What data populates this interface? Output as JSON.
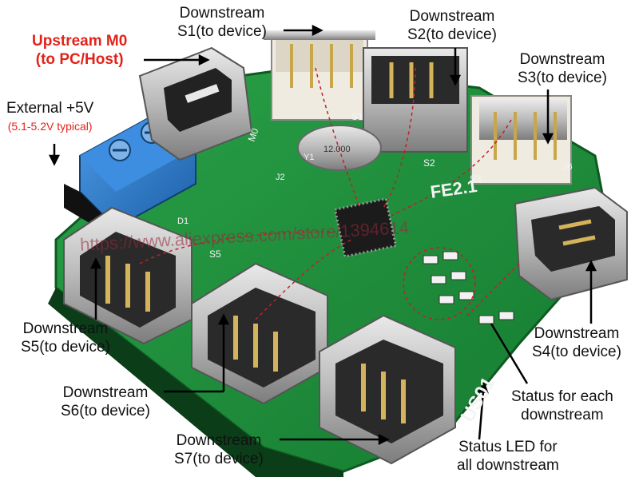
{
  "labels": {
    "s1": {
      "line1": "Downstream",
      "line2": "S1(to device)"
    },
    "s2": {
      "line1": "Downstream",
      "line2": "S2(to device)"
    },
    "s3": {
      "line1": "Downstream",
      "line2": "S3(to device)"
    },
    "s4": {
      "line1": "Downstream",
      "line2": "S4(to device)"
    },
    "s5": {
      "line1": "Downstream",
      "line2": "S5(to device)"
    },
    "s6": {
      "line1": "Downstream",
      "line2": "S6(to device)"
    },
    "s7": {
      "line1": "Downstream",
      "line2": "S7(to device)"
    },
    "upstream": {
      "line1": "Upstream M0",
      "line2": "(to PC/Host)"
    },
    "external": {
      "line1": "External +5V",
      "line2": "(5.1-5.2V typical)"
    },
    "status_each": {
      "line1": "Status for each",
      "line2": "downstream"
    },
    "status_all": {
      "line1": "Status LED for",
      "line2": "all downstream"
    }
  },
  "board_text": {
    "chip": "FE2.1",
    "crystal": "12.000",
    "model": "US01",
    "m0": "M0",
    "s1": "S1",
    "s2": "S2",
    "s3": "S3",
    "s5": "S5",
    "y1": "Y1",
    "j2": "J2",
    "j6": "J6",
    "d1": "D1"
  },
  "watermark": "https://www.aliexpress.com/store/1394614",
  "colors": {
    "pcb": "#1f8f3a",
    "pcb_dark": "#146b2a",
    "terminal_blue": "#2f7fd0",
    "label_red": "#e2231a",
    "arrow": "#000000"
  }
}
